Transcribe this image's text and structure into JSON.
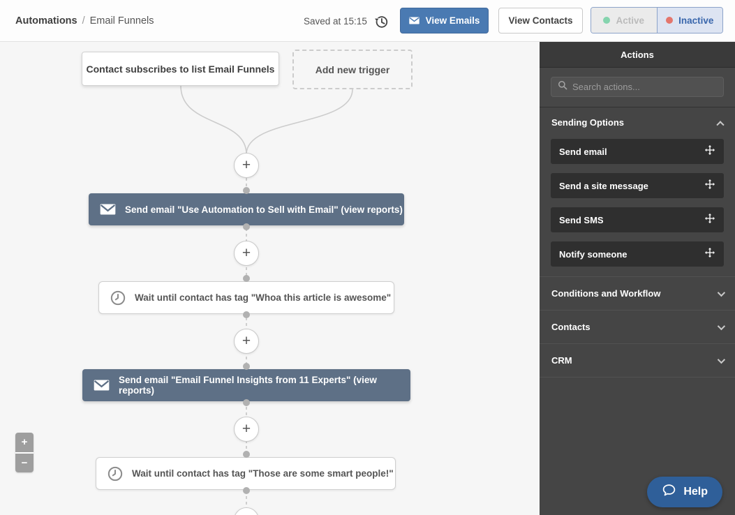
{
  "header": {
    "breadcrumb": {
      "root": "Automations",
      "separator": "/",
      "current": "Email Funnels"
    },
    "saved_status": "Saved at 15:15",
    "view_emails_label": "View Emails",
    "view_contacts_label": "View Contacts",
    "toggle": {
      "active_label": "Active",
      "inactive_label": "Inactive",
      "selected": "Inactive",
      "active_dot_color": "#85d4ae",
      "inactive_dot_color": "#e4766d"
    }
  },
  "canvas": {
    "triggers": [
      {
        "label": "Contact subscribes to list Email Funnels",
        "style": "solid"
      },
      {
        "label": "Add new trigger",
        "style": "dashed"
      }
    ],
    "plus_label": "+",
    "nodes": [
      {
        "type": "email",
        "icon": "envelope-icon",
        "label": "Send email \"Use Automation to Sell with Email\" (view reports)"
      },
      {
        "type": "wait",
        "icon": "clock-icon",
        "label": "Wait until contact has tag \"Whoa this article is awesome\""
      },
      {
        "type": "email",
        "icon": "envelope-icon",
        "label": "Send email \"Email Funnel Insights from 11 Experts\" (view reports)"
      },
      {
        "type": "wait",
        "icon": "clock-icon",
        "label": "Wait until contact has tag \"Those are some smart people!\""
      }
    ],
    "zoom_controls": {
      "zoom_in": "+",
      "zoom_out": "−"
    }
  },
  "sidebar": {
    "title": "Actions",
    "search_placeholder": "Search actions...",
    "sections": [
      {
        "label": "Sending Options",
        "expanded": true,
        "items": [
          {
            "label": "Send email"
          },
          {
            "label": "Send a site message"
          },
          {
            "label": "Send SMS"
          },
          {
            "label": "Notify someone"
          }
        ]
      },
      {
        "label": "Conditions and Workflow",
        "expanded": false
      },
      {
        "label": "Contacts",
        "expanded": false
      },
      {
        "label": "CRM",
        "expanded": false
      }
    ]
  },
  "help_button": {
    "label": "Help"
  },
  "colors": {
    "primary_button": "#4a7ab2",
    "email_node": "#5e7086",
    "help_button": "#2f5f99",
    "sidebar_bg": "#454545",
    "active_dot": "#85d4ae",
    "inactive_dot": "#e4766d",
    "inactive_text": "#3a67ac"
  }
}
